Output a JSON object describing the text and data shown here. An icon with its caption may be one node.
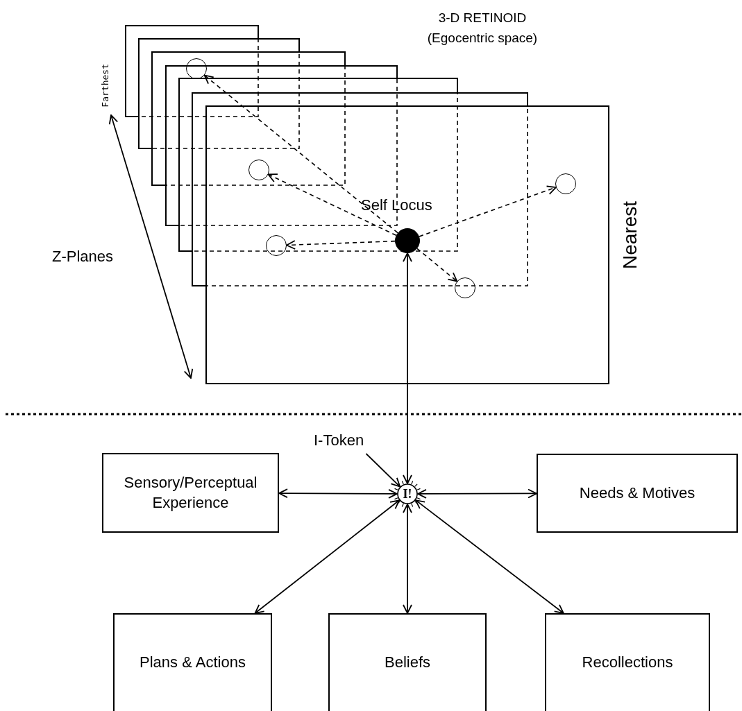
{
  "diagram": {
    "title": "3-D RETINOID (Egocentric space)",
    "nodes": [
      {
        "text": [],
        "shape": "circle"
      },
      {
        "text": [],
        "shape": "circle"
      },
      {
        "text": [],
        "shape": "circle"
      },
      {
        "text": [],
        "shape": "circle",
        "beside": [
          "Self Locus"
        ]
      },
      {
        "text": [],
        "shape": "circle"
      },
      {
        "text": [],
        "shape": "circle"
      },
      {
        "text": [
          "I-Token"
        ]
      },
      {
        "text": [
          "Sensory/Perceptual Experience"
        ]
      },
      {
        "text": [
          "I!"
        ]
      },
      {
        "text": [
          "Needs & Motives"
        ]
      },
      {
        "text": [
          "Plans & Actions"
        ]
      },
      {
        "text": [
          "Beliefs"
        ]
      },
      {
        "text": [
          "Recollections"
        ]
      }
    ],
    "edges": [
      {
        "from": 3,
        "to": 0,
        "arrow": "to",
        "style": "dashed"
      },
      {
        "from": 3,
        "to": 1,
        "arrow": "to",
        "style": "dashed"
      },
      {
        "from": 3,
        "to": 2,
        "arrow": "to",
        "style": "dashed"
      },
      {
        "from": 3,
        "to": 4,
        "arrow": "to",
        "style": "dashed"
      },
      {
        "from": 3,
        "to": 5,
        "arrow": "to",
        "style": "dashed"
      },
      {
        "from": 3,
        "to": 8,
        "arrow": "both"
      },
      {
        "from": 6,
        "to": 8,
        "arrow": "to"
      },
      {
        "from": 8,
        "to": 7,
        "arrow": "both"
      },
      {
        "from": 8,
        "to": 9,
        "arrow": "both"
      },
      {
        "from": 8,
        "to": 10,
        "arrow": "both"
      },
      {
        "from": 8,
        "to": 11,
        "arrow": "both"
      },
      {
        "from": 8,
        "to": 12,
        "arrow": "both"
      }
    ],
    "labels": [
      "Farthest",
      "Nearest",
      "Z-Planes"
    ]
  }
}
